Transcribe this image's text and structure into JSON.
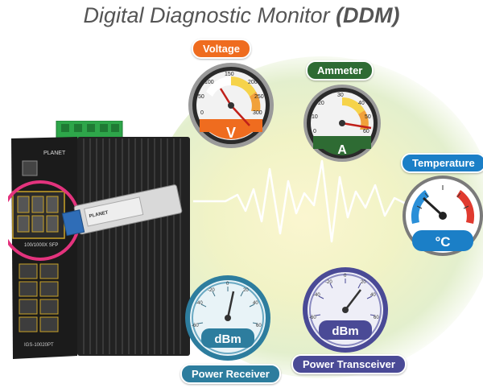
{
  "title": {
    "prefix": "Digital Diagnostic Monitor ",
    "acronym": "(DDM)"
  },
  "labels": {
    "voltage": "Voltage",
    "ammeter": "Ammeter",
    "temperature": "Temperature",
    "power_receiver": "Power Receiver",
    "power_transceiver": "Power Transceiver"
  },
  "colors": {
    "voltage": "#ef6c1f",
    "ammeter": "#2e6b33",
    "temperature": "#1b7fc7",
    "power_receiver": "#2d7d9e",
    "power_transceiver": "#4a4a96"
  },
  "voltage_gauge": {
    "unit": "V",
    "ticks": [
      "0",
      "50",
      "100",
      "150",
      "200",
      "250",
      "300"
    ]
  },
  "ammeter_gauge": {
    "unit": "A",
    "ticks": [
      "0",
      "10",
      "20",
      "30",
      "40",
      "50",
      "60"
    ]
  },
  "temperature_gauge": {
    "unit": "°C"
  },
  "receiver_gauge": {
    "unit": "dBm",
    "ticks": [
      "-60",
      "-40",
      "-20",
      "0",
      "20",
      "40",
      "60"
    ]
  },
  "transceiver_gauge": {
    "unit": "dBm",
    "ticks": [
      "-60",
      "-40",
      "-20",
      "0",
      "20",
      "40",
      "60"
    ]
  },
  "device": {
    "brand": "PLANET",
    "port_label": "100/1000X SFP",
    "model": "IGS-10020PT",
    "sfp_brand": "PLANET"
  }
}
